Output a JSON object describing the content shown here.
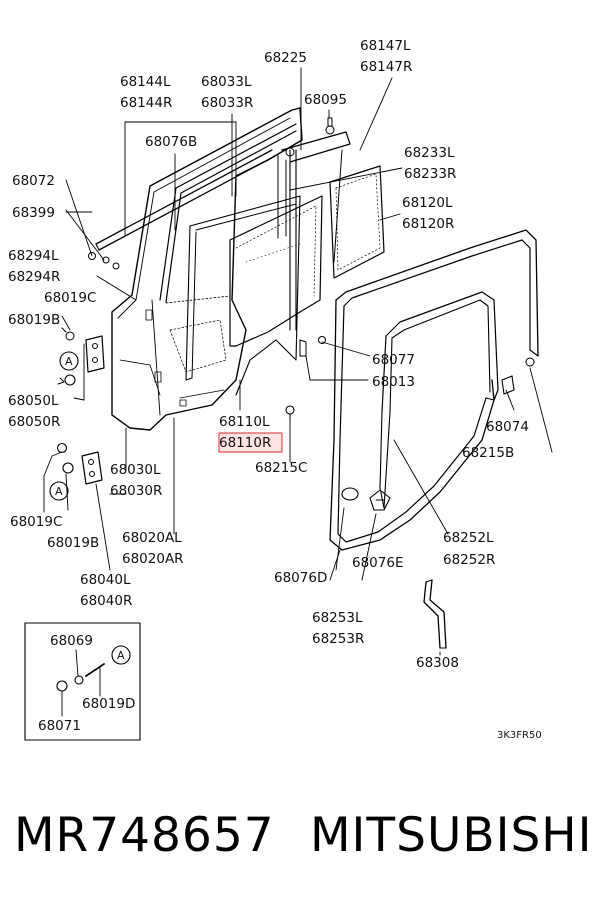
{
  "labels": {
    "l68225": "68225",
    "l68147L": "68147L",
    "l68147R": "68147R",
    "l68144L": "68144L",
    "l68144R": "68144R",
    "l68033L": "68033L",
    "l68033R": "68033R",
    "l68095": "68095",
    "l68076B": "68076B",
    "l68233L": "68233L",
    "l68233R": "68233R",
    "l68072": "68072",
    "l68120L": "68120L",
    "l68120R": "68120R",
    "l68399": "68399",
    "l68294L": "68294L",
    "l68294R": "68294R",
    "l68019C_top": "68019C",
    "l68019B_top": "68019B",
    "l68077": "68077",
    "l68013": "68013",
    "l68050L": "68050L",
    "l68050R": "68050R",
    "l68110L": "68110L",
    "l68110R": "68110R",
    "l68074": "68074",
    "l68215B": "68215B",
    "l68215C": "68215C",
    "l68030L": "68030L",
    "l68030R": "68030R",
    "l68019C_bot": "68019C",
    "l68019B_bot": "68019B",
    "l68020AL": "68020AL",
    "l68020AR": "68020AR",
    "l68252L": "68252L",
    "l68252R": "68252R",
    "l68076D": "68076D",
    "l68076E": "68076E",
    "l68040L": "68040L",
    "l68040R": "68040R",
    "l68253L": "68253L",
    "l68253R": "68253R",
    "l68069": "68069",
    "l68308": "68308",
    "l68019D": "68019D",
    "l68071": "68071",
    "circle_a": "A",
    "diagram_code": "3K3FR50"
  },
  "highlight_color": "#e05050",
  "footer": {
    "part_number": "MR748657",
    "brand": "MITSUBISHI"
  }
}
